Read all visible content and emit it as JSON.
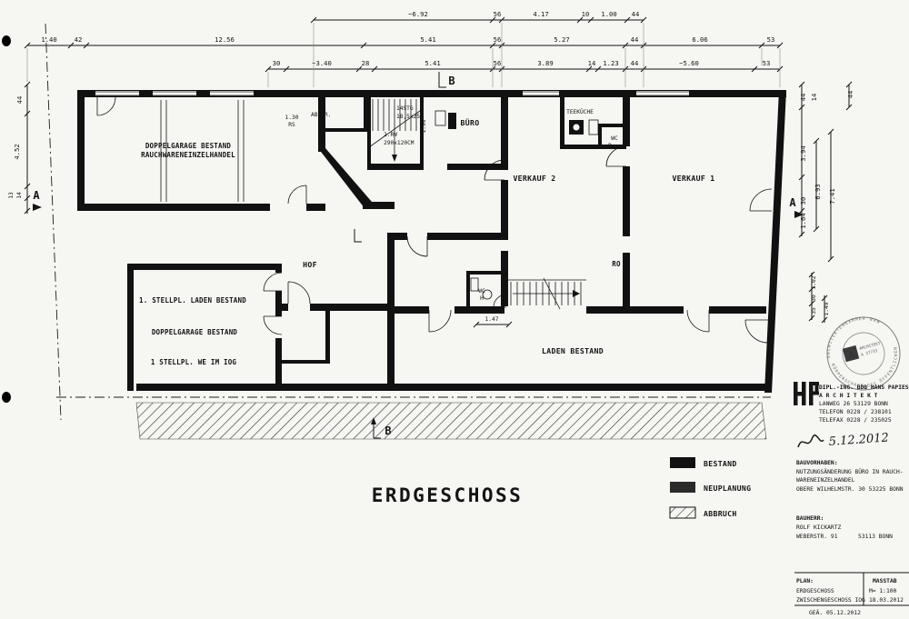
{
  "colors": {
    "paper": "#f6f6f3",
    "ink": "#141414"
  },
  "title": "ERDGESCHOSS",
  "dims": {
    "top1": [
      "~6.92",
      "56",
      "4.17",
      "10",
      "1.00",
      "44"
    ],
    "top2": [
      "1.40",
      "42",
      "12.56",
      "5.41",
      "56",
      "5.27",
      "44",
      "6.06",
      "53"
    ],
    "top3": [
      "30",
      "~3.40",
      "28",
      "5.41",
      "56",
      "3.89",
      "14",
      "1.23",
      "44",
      "~5.60",
      "53"
    ],
    "left": [
      "44",
      "4.52",
      "13",
      "14"
    ],
    "right": [
      "44",
      "14",
      "44",
      "3.94",
      "6.93",
      "7.41",
      "30",
      "1.64"
    ],
    "right_lower": [
      "1.02",
      "30",
      "35",
      "1.49"
    ],
    "inner_147": "1.47",
    "inner_190": "1.90",
    "abstr_1": "1.30",
    "abstr_2": "RS"
  },
  "markers": {
    "a_left": "A",
    "a_right": "A",
    "b_top": "B",
    "b_bottom": "B"
  },
  "rooms": {
    "garage_top_1": "DOPPELGARAGE BESTAND",
    "garage_top_2": "RAUCHWARENEINZELHANDEL",
    "abstr": "ABSTR.",
    "stair_1": "14STG",
    "stair_2": "18,5x25",
    "rw_1": "2.RW",
    "rw_2": "290x120CM",
    "buero": "BÜRO",
    "teekueche": "TEEKÜCHE",
    "wc_d_1": "WC",
    "wc_d_2": "D",
    "verkauf2": "VERKAUF 2",
    "verkauf1": "VERKAUF 1",
    "hof": "HOF",
    "ro": "RO",
    "wc_h_1": "WC",
    "wc_h_2": "H",
    "stellpl_1": "1. STELLPL. LADEN BESTAND",
    "garage_lower": "DOPPELGARAGE BESTAND",
    "stellpl_2": "1 STELLPL. WE IM IOG",
    "laden": "LADEN BESTAND"
  },
  "legend": {
    "bestand": "BESTAND",
    "neuplanung": "NEUPLANUNG",
    "abbruch": "ABBRUCH"
  },
  "stamp": {
    "ring_top": "ARCHITEKTENKAMMER NRW",
    "ring_bottom": "KÖRPERSCHAFT DES ÖFFENTLICHEN RECHTS",
    "logo_letter": "A",
    "center_1": "ARCHITEKT",
    "center_2": "A 37733"
  },
  "titleblock": {
    "line1": "DIPL.-ING. BDB HANS PAPIES",
    "line2": "A R C H I T E K T",
    "line3": "LANWEG 26  53129 BONN",
    "line4": "TELEFON  0228 / 238101",
    "line5": "TELEFAX  0228 / 235025",
    "handwritten": "5.12.2012",
    "bauvorhaben_label": "BAUVORHABEN:",
    "bauvorhaben_1": "NUTZUNGSÄNDERUNG BÜRO IN RAUCH-",
    "bauvorhaben_2": "WARENEINZELHANDEL",
    "bauvorhaben_3": "OBERE WILHELMSTR. 30  53225 BONN",
    "bauherr_label": "BAUHERR:",
    "bauherr_1": "ROLF KICKARTZ",
    "bauherr_2": "WEBERSTR. 91",
    "bauherr_3": "53113 BONN",
    "plan_label": "PLAN:",
    "masstab_label": "MASSTAB",
    "plan_1": "ERDGESCHOSS",
    "masstab_1": "M= 1:100",
    "plan_2": "ZWISCHENGESCHOSS IOG",
    "masstab_2": "18.03.2012",
    "gea": "GEÄ. 05.12.2012"
  }
}
